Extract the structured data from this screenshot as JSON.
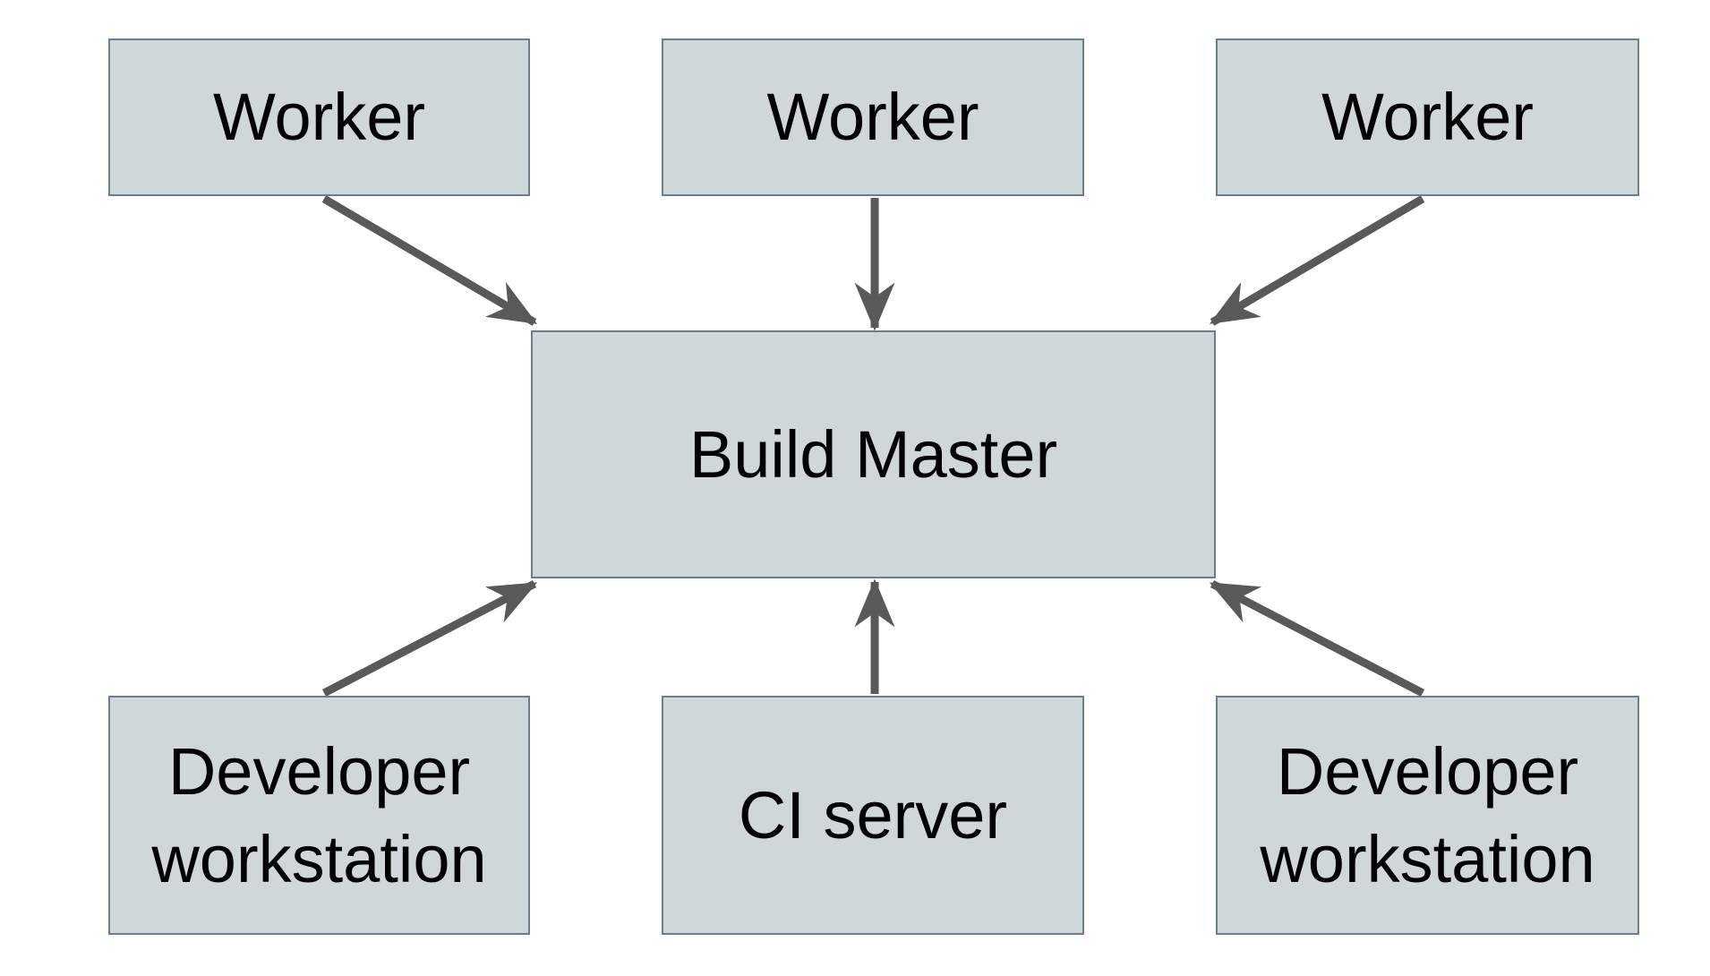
{
  "diagram": {
    "nodes": [
      {
        "id": "worker-1",
        "label": "Worker"
      },
      {
        "id": "worker-2",
        "label": "Worker"
      },
      {
        "id": "worker-3",
        "label": "Worker"
      },
      {
        "id": "build-master",
        "label": "Build Master"
      },
      {
        "id": "developer-workstation-1",
        "label": "Developer workstation"
      },
      {
        "id": "ci-server",
        "label": "CI server"
      },
      {
        "id": "developer-workstation-2",
        "label": "Developer workstation"
      }
    ],
    "edges": [
      {
        "from": "worker-1",
        "to": "build-master"
      },
      {
        "from": "worker-2",
        "to": "build-master"
      },
      {
        "from": "worker-3",
        "to": "build-master"
      },
      {
        "from": "developer-workstation-1",
        "to": "build-master"
      },
      {
        "from": "ci-server",
        "to": "build-master"
      },
      {
        "from": "developer-workstation-2",
        "to": "build-master"
      }
    ],
    "colors": {
      "node_fill": "#cfd7d9",
      "node_border": "#65808e",
      "arrow": "#595959",
      "text": "#000000",
      "background": "#ffffff"
    }
  }
}
